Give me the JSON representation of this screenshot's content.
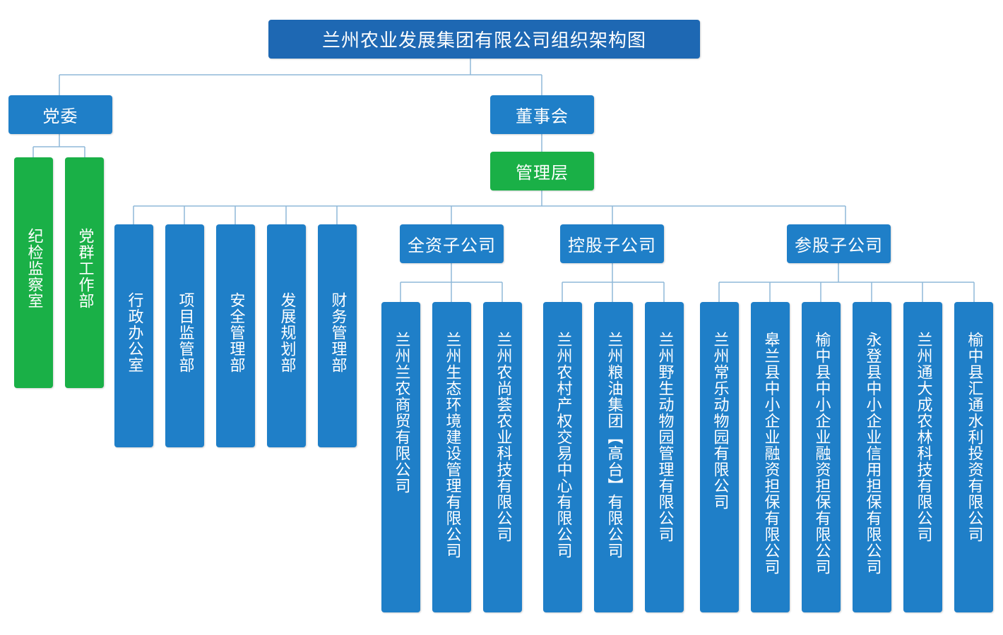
{
  "title": "兰州农业发展集团有限公司组织架构图",
  "colors": {
    "primary": "#1f7fc8",
    "title_bg": "#1e68b3",
    "green": "#1ab047",
    "line": "#8fb8d8"
  },
  "party_committee": {
    "label": "党委",
    "children": [
      "纪检监察室",
      "党群工作部"
    ]
  },
  "board": {
    "label": "董事会"
  },
  "management": {
    "label": "管理层"
  },
  "departments": [
    "行政办公室",
    "项目监管部",
    "安全管理部",
    "发展规划部",
    "财务管理部"
  ],
  "wholly_owned": {
    "label": "全资子公司",
    "companies": [
      "兰州兰农商贸有限公司",
      "兰州生态环境建设管理有限公司",
      "兰州农尚荟农业科技有限公司"
    ]
  },
  "holding": {
    "label": "控股子公司",
    "companies": [
      "兰州农村产权交易中心有限公司",
      "兰州粮油集团【高台】有限公司",
      "兰州野生动物园管理有限公司"
    ]
  },
  "participating": {
    "label": "参股子公司",
    "companies": [
      "兰州常乐动物园有限公司",
      "皋兰县中小企业融资担保有限公司",
      "榆中县中小企业融资担保有限公司",
      "永登县中小企业信用担保有限公司",
      "兰州通大成农林科技有限公司",
      "榆中县汇通水利投资有限公司"
    ]
  }
}
